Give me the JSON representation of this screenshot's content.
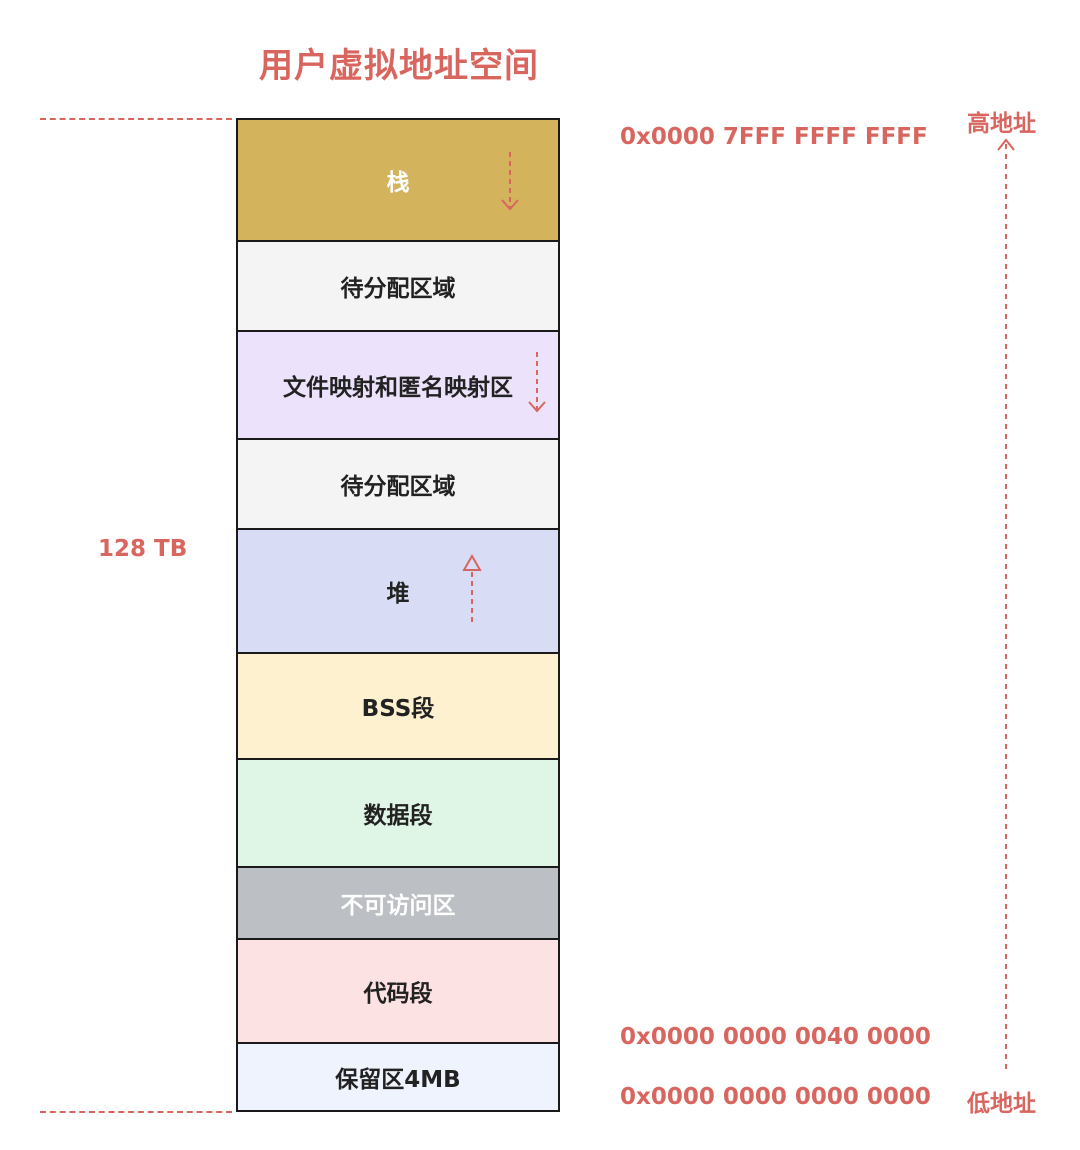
{
  "title": "用户虚拟地址空间",
  "size_label": "128 TB",
  "high_label": "高地址",
  "low_label": "低地址",
  "addresses": {
    "top": "0x0000 7FFF FFFF FFFF",
    "code_start": "0x0000 0000 0040 0000",
    "bottom": "0x0000 0000 0000 0000"
  },
  "segments": [
    {
      "label": "栈",
      "color": "#d3b35c",
      "text_color": "#ffffff",
      "growth": "down"
    },
    {
      "label": "待分配区域",
      "color": "#f4f4f4",
      "text_color": "#222222"
    },
    {
      "label": "文件映射和匿名映射区",
      "color": "#ece2fb",
      "text_color": "#222222",
      "growth": "down"
    },
    {
      "label": "待分配区域",
      "color": "#f4f4f4",
      "text_color": "#222222"
    },
    {
      "label": "堆",
      "color": "#d8dcf4",
      "text_color": "#222222",
      "growth": "up"
    },
    {
      "label": "BSS段",
      "color": "#fdf1cf",
      "text_color": "#222222"
    },
    {
      "label": "数据段",
      "color": "#dff5e6",
      "text_color": "#222222"
    },
    {
      "label": "不可访问区",
      "color": "#bcbfc3",
      "text_color": "#ffffff"
    },
    {
      "label": "代码段",
      "color": "#fde2e3",
      "text_color": "#222222"
    },
    {
      "label": "保留区4MB",
      "color": "#eef3fd",
      "text_color": "#222222"
    }
  ]
}
